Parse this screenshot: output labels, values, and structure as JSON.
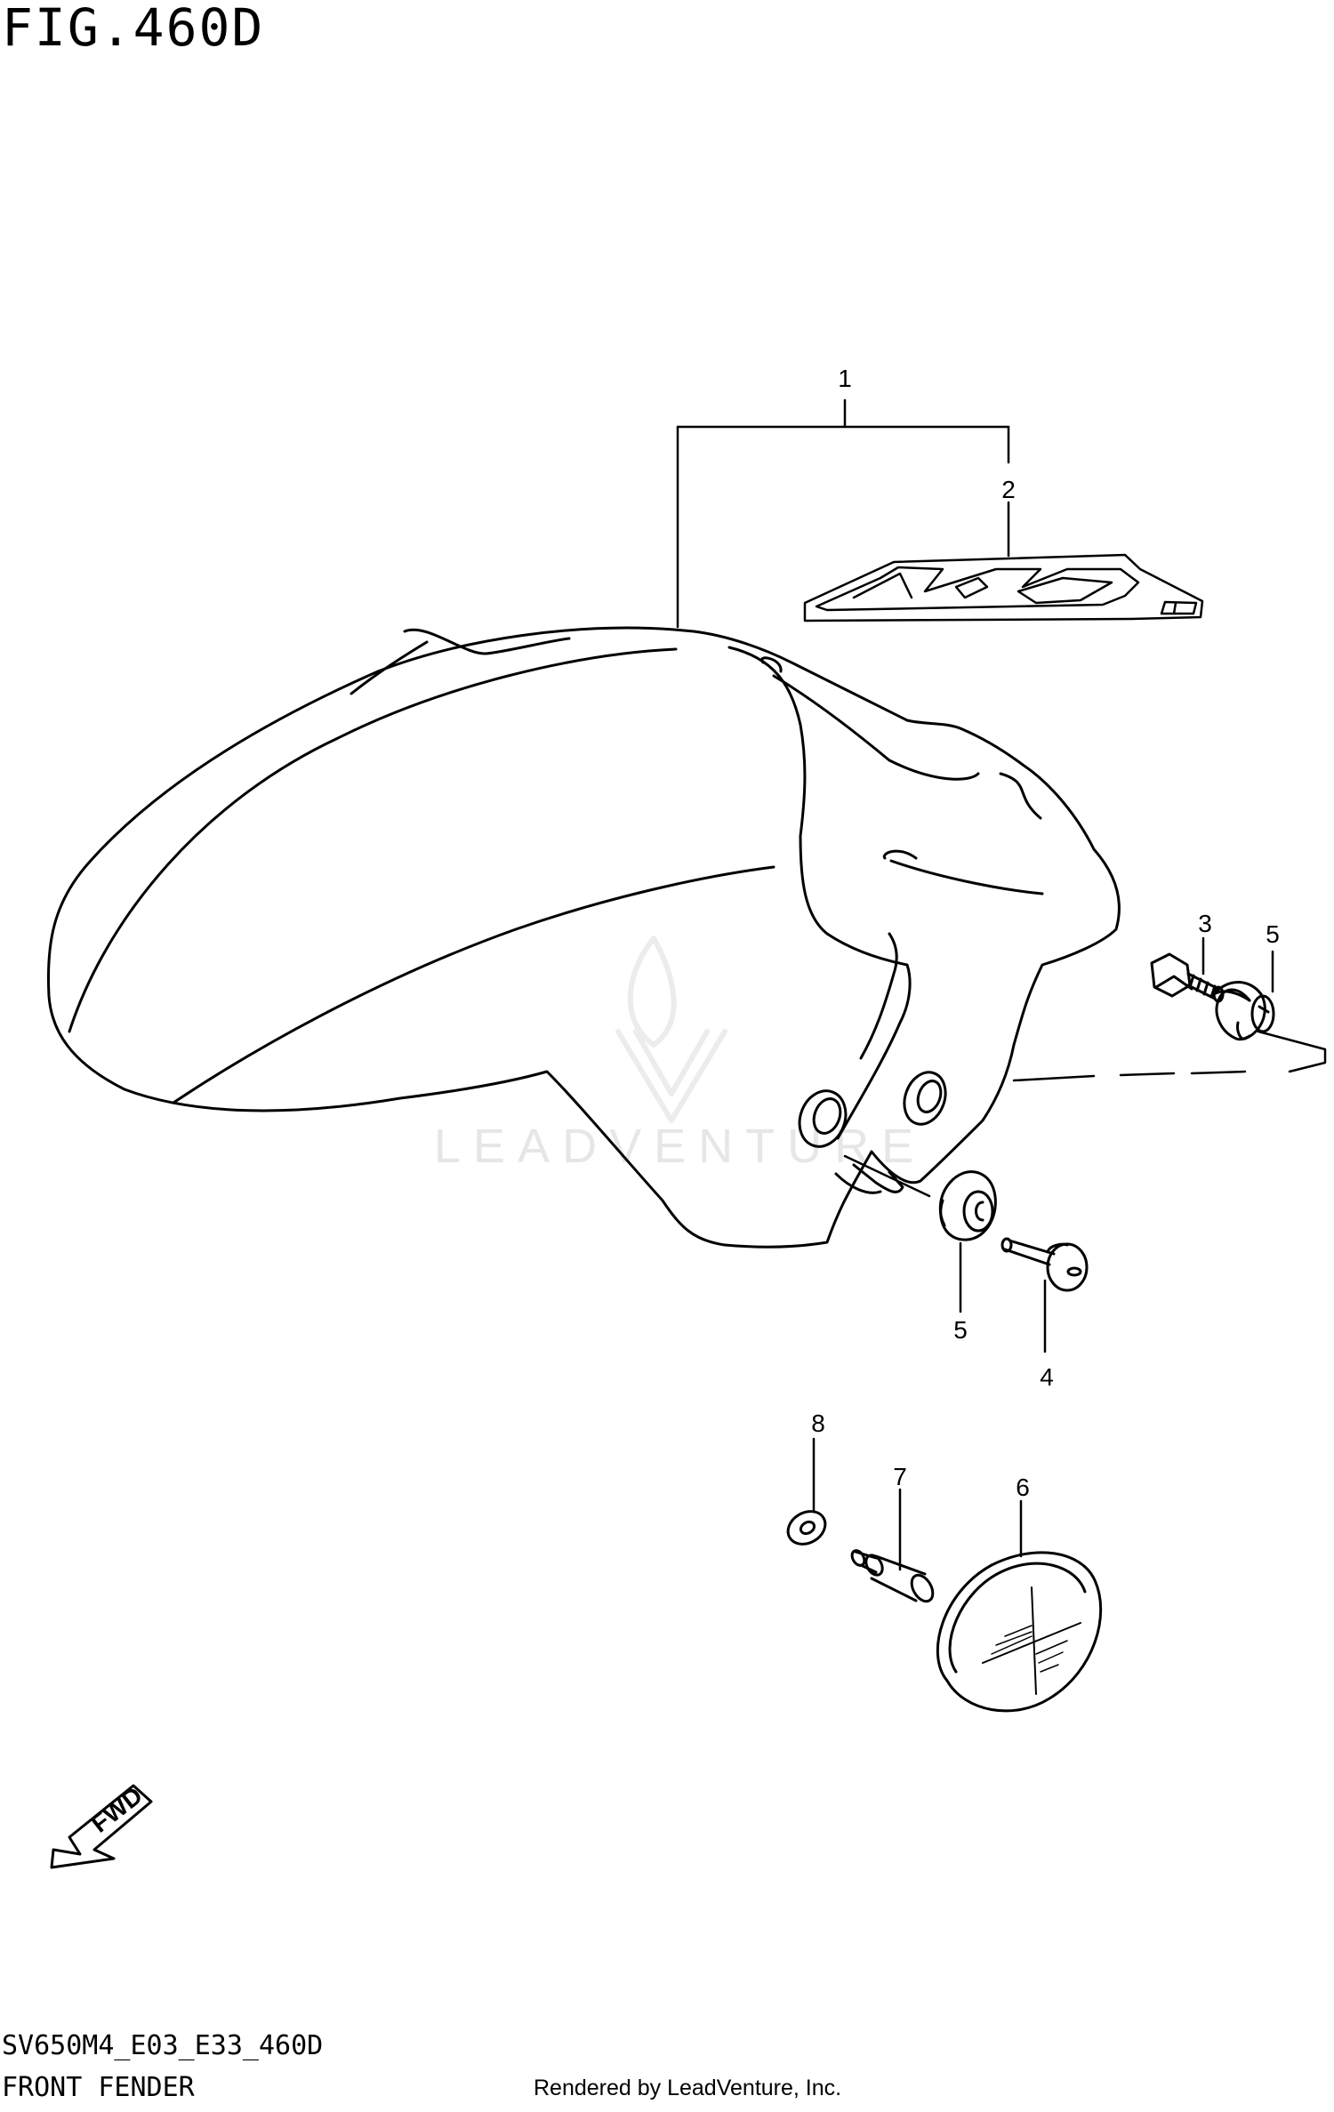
{
  "figure": {
    "title": "FIG.460D",
    "model_code": "SV650M4_E03_E33_460D",
    "name": "FRONT FENDER",
    "rendered_by": "Rendered by LeadVenture, Inc.",
    "watermark": "LEADVENTURE"
  },
  "callouts": [
    "1",
    "2",
    "3",
    "5",
    "5",
    "4",
    "8",
    "7",
    "6"
  ],
  "badges": {
    "fwd_arrow": "FWD"
  },
  "colors": {
    "line": "#000000",
    "watermark": "#e6e6e6"
  }
}
